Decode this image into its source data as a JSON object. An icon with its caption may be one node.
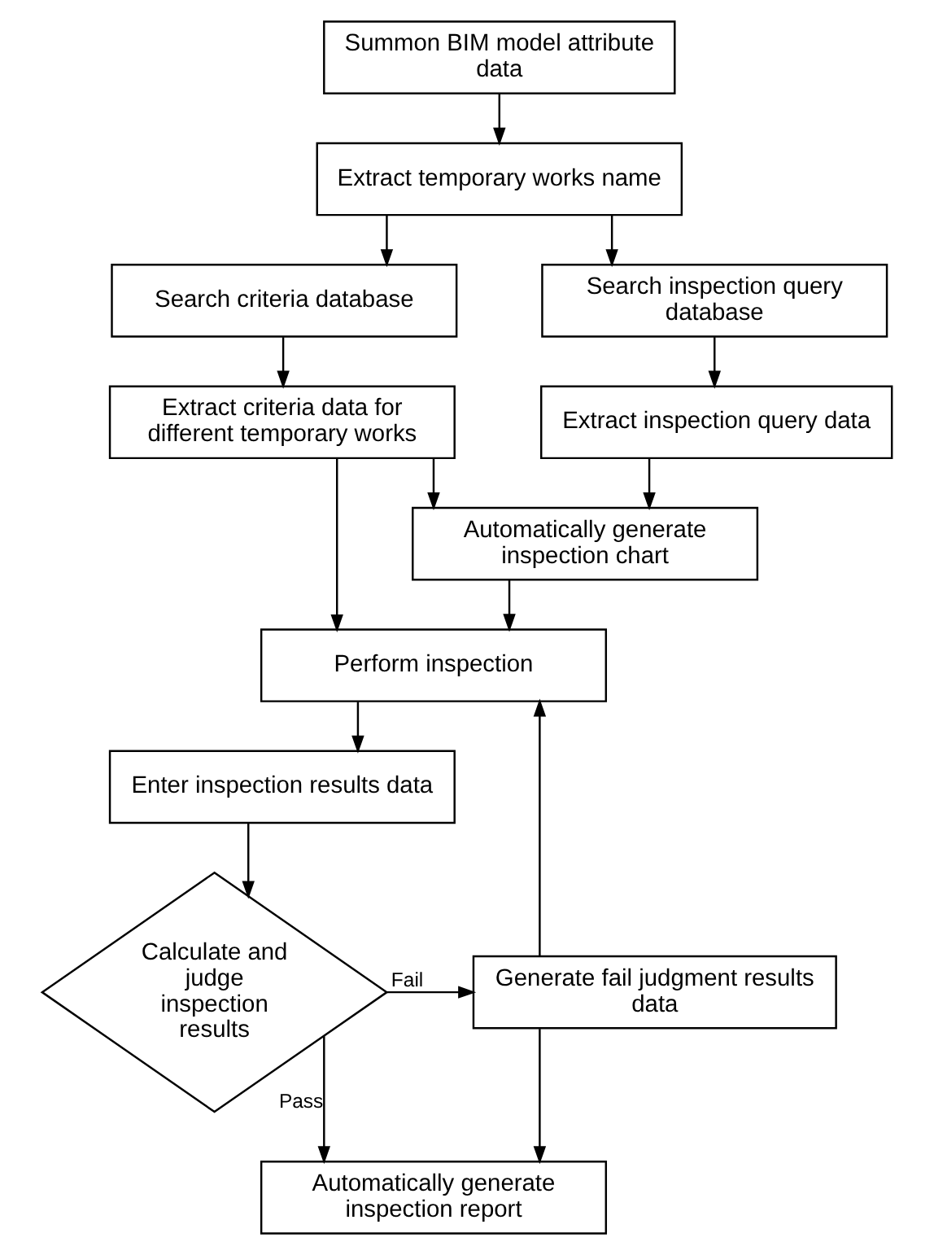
{
  "diagram": {
    "nodes": [
      {
        "text": [
          "Summon BIM model attribute data"
        ]
      },
      {
        "text": [
          "Extract temporary works name"
        ]
      },
      {
        "text": [
          "Search criteria database"
        ]
      },
      {
        "text": [
          "Search inspection query database"
        ]
      },
      {
        "text": [
          "Extract criteria data for different temporary works"
        ]
      },
      {
        "text": [
          "Extract inspection query data"
        ]
      },
      {
        "text": [
          "Automatically generate inspection chart"
        ]
      },
      {
        "text": [
          "Perform inspection"
        ]
      },
      {
        "text": [
          "Enter inspection results data"
        ]
      },
      {
        "text": [
          "Calculate and judge inspection results"
        ]
      },
      {
        "text": [
          "Generate fail judgment results data"
        ]
      },
      {
        "text": [
          "Automatically generate inspection report"
        ]
      }
    ],
    "edges": [
      {
        "from": 0,
        "to": 1,
        "arrow": "to"
      },
      {
        "from": 1,
        "to": 2,
        "arrow": "to"
      },
      {
        "from": 1,
        "to": 3,
        "arrow": "to"
      },
      {
        "from": 2,
        "to": 4,
        "arrow": "to"
      },
      {
        "from": 3,
        "to": 5,
        "arrow": "to"
      },
      {
        "from": 4,
        "to": 6,
        "arrow": "to"
      },
      {
        "from": 5,
        "to": 6,
        "arrow": "to"
      },
      {
        "from": 4,
        "to": 7,
        "arrow": "to"
      },
      {
        "from": 6,
        "to": 7,
        "arrow": "to"
      },
      {
        "from": 7,
        "to": 8,
        "arrow": "to"
      },
      {
        "from": 8,
        "to": 9,
        "arrow": "to"
      },
      {
        "from": 9,
        "to": 10,
        "label": "Fail",
        "arrow": "to"
      },
      {
        "from": 10,
        "to": 7,
        "arrow": "to"
      },
      {
        "from": 9,
        "to": 11,
        "label": "Pass",
        "arrow": "to"
      },
      {
        "from": 10,
        "to": 11,
        "arrow": "to"
      }
    ]
  }
}
